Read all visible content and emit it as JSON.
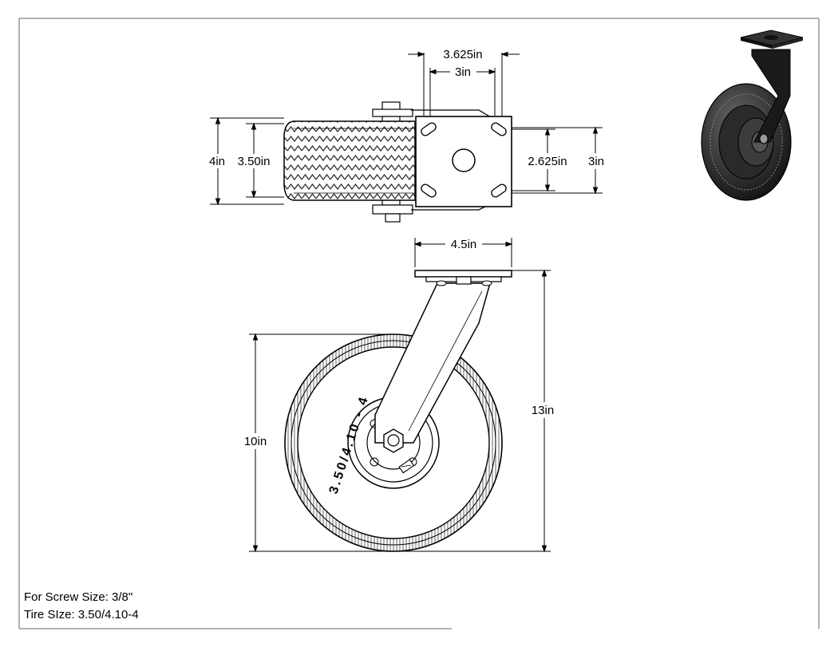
{
  "dimensions": {
    "top_overall_width": "3.625in",
    "top_hole_spacing_x": "3in",
    "top_tire_height": "4in",
    "top_tread_height": "3.50in",
    "top_plate_hole_spacing_y": "2.625in",
    "top_plate_height": "3in",
    "plate_width": "4.5in",
    "overall_height": "13in",
    "wheel_diameter": "10in"
  },
  "tire_marking": "3.50/4.10 - 4",
  "notes": {
    "screw_size": "For Screw Size: 3/8\"",
    "tire_size": "Tire SIze: 3.50/4.10-4"
  }
}
